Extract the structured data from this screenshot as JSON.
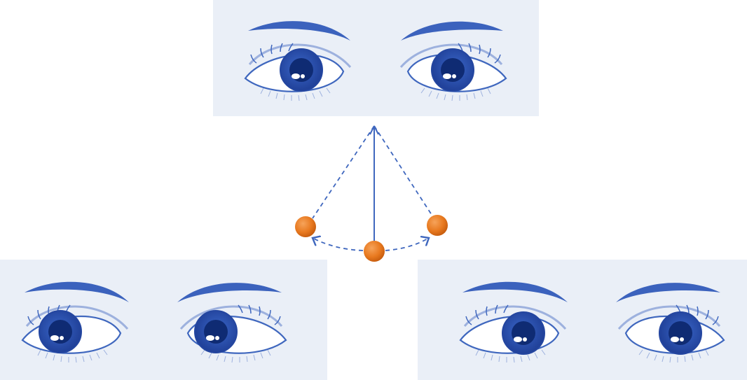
{
  "colors": {
    "panel": "#eaeff7",
    "line": "#3f67be",
    "line_light": "#9db1de",
    "iris_outer": "#2446a0",
    "iris_inner": "#3a66c8",
    "pupil": "#0f2b73",
    "eyebrow": "#3b62bd",
    "ball": "#e8791f",
    "ball_dark": "#c45a0c"
  },
  "panels": [
    {
      "name": "panel-top-gaze-right",
      "gaze": "right"
    },
    {
      "name": "panel-bottom-left-gaze-left",
      "gaze": "left"
    },
    {
      "name": "panel-bottom-right-gaze-right",
      "gaze": "right"
    }
  ],
  "pendulum": {
    "balls": [
      {
        "name": "pendulum-ball-left",
        "position": "left"
      },
      {
        "name": "pendulum-ball-center",
        "position": "center"
      },
      {
        "name": "pendulum-ball-right",
        "position": "right"
      }
    ]
  }
}
